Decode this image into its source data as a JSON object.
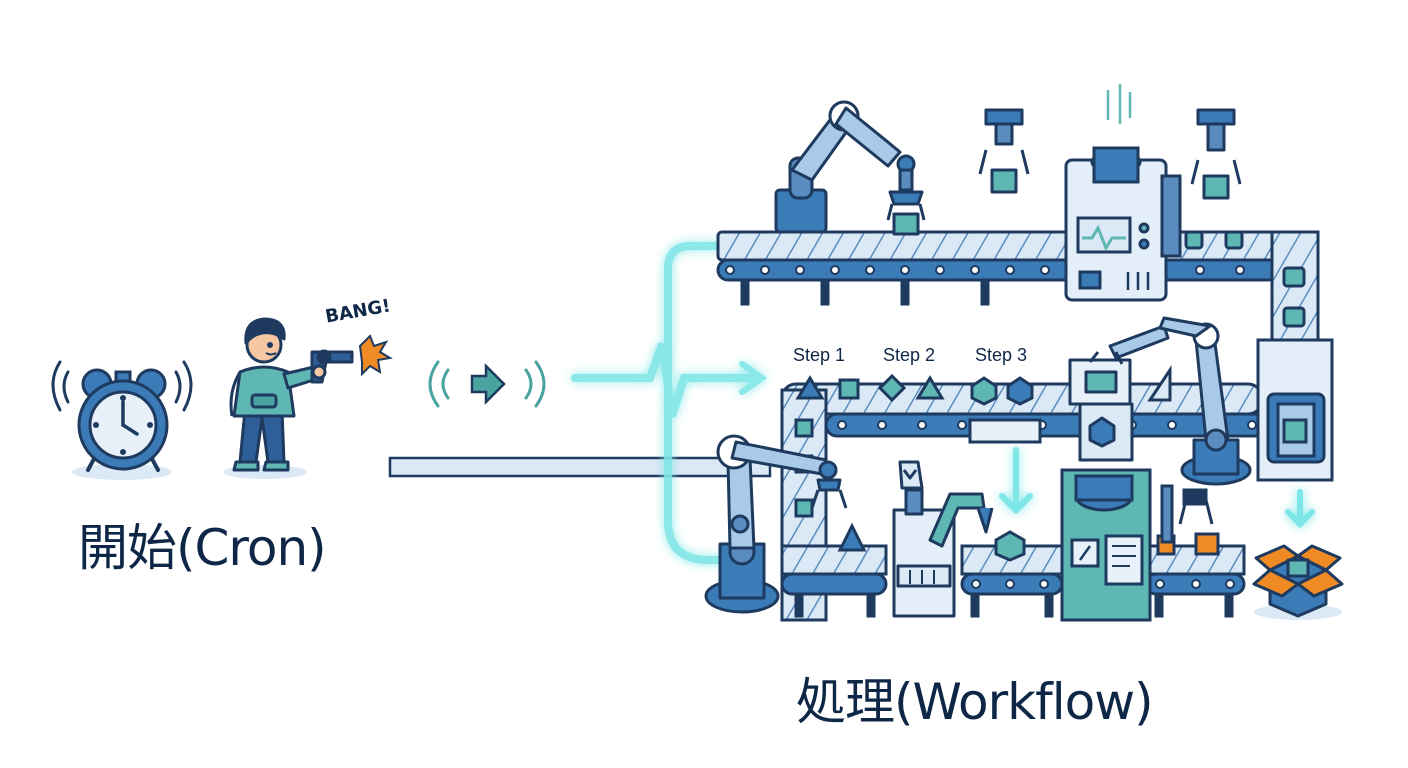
{
  "labels": {
    "start": "開始(Cron)",
    "process": "処理(Workflow)",
    "bang": "BANG!"
  },
  "steps": [
    "Step 1",
    "Step 2",
    "Step 3"
  ],
  "colors": {
    "navy": "#1e3a5f",
    "blue": "#3b7bb8",
    "light_blue": "#dbe9f6",
    "teal": "#5fb7b4",
    "glow_cyan": "#7ee6e6",
    "orange": "#f08a24"
  },
  "icons": [
    "alarm-clock-icon",
    "person-icon",
    "revolver-icon",
    "signal-arrow-icon",
    "heartbeat-icon",
    "robot-arm-icon",
    "conveyor-icon",
    "open-box-icon"
  ]
}
